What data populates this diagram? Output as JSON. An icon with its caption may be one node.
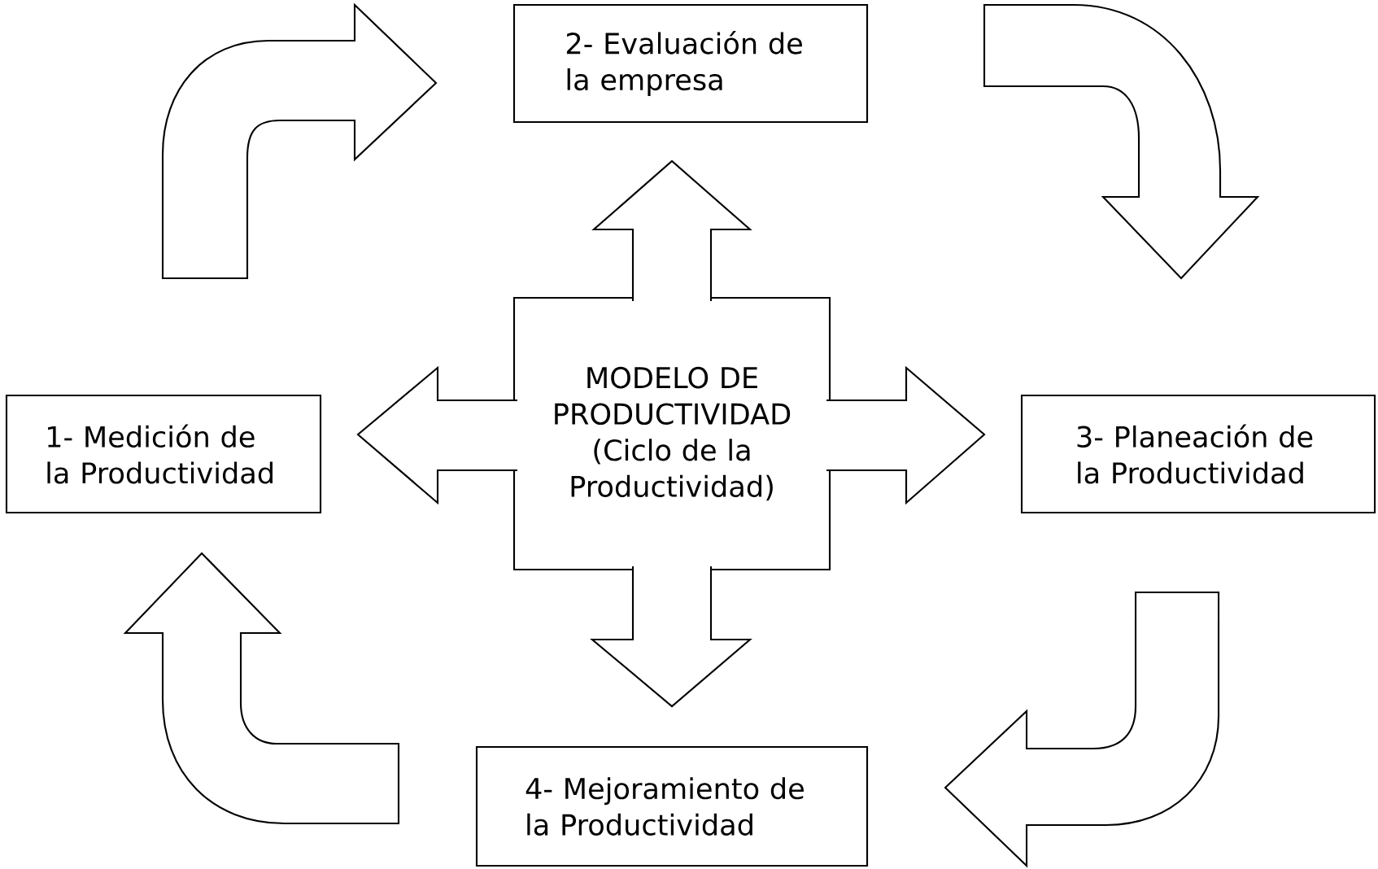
{
  "diagram": {
    "nodes": [
      {
        "text": [
          "1- Medición de la Productividad"
        ]
      },
      {
        "text": [
          "2- Evaluación de la empresa"
        ]
      },
      {
        "text": [
          "3- Planeación de la Productividad"
        ]
      },
      {
        "text": [
          "4- Mejoramiento de la Productividad"
        ]
      },
      {
        "text": [
          "MODELO DE PRODUCTIVIDAD (Ciclo de la Productividad)"
        ]
      }
    ],
    "edges": [
      {
        "from": 0,
        "to": 1,
        "arrow": "to"
      },
      {
        "from": 1,
        "to": 2,
        "arrow": "to"
      },
      {
        "from": 2,
        "to": 3,
        "arrow": "to"
      },
      {
        "from": 3,
        "to": 0,
        "arrow": "to"
      },
      {
        "from": 4,
        "to": 1,
        "arrow": "to"
      },
      {
        "from": 4,
        "to": 0,
        "arrow": "to"
      },
      {
        "from": 4,
        "to": 2,
        "arrow": "to"
      },
      {
        "from": 4,
        "to": 3,
        "arrow": "to"
      }
    ]
  }
}
